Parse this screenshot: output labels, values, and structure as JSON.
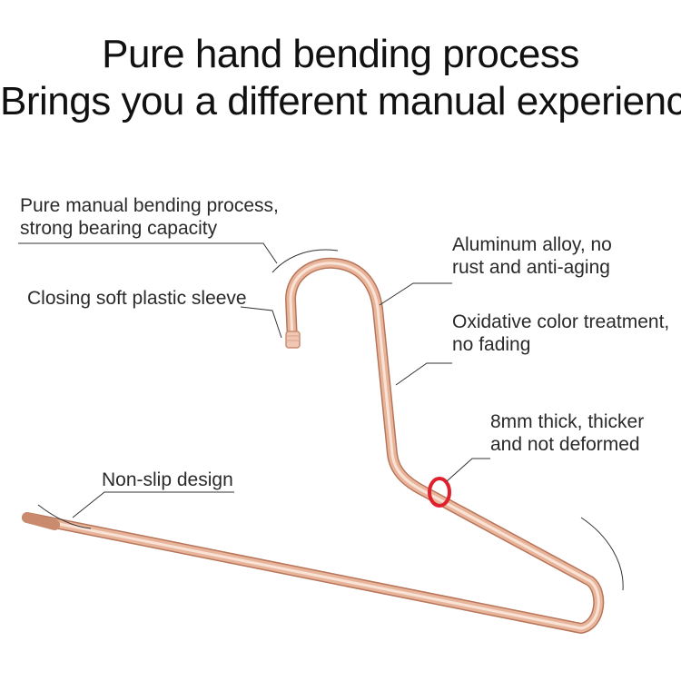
{
  "headline": {
    "line1": "Pure hand bending process",
    "line2": "Brings you a different manual experience"
  },
  "callouts": {
    "bending": {
      "line1": "Pure manual bending process,",
      "line2": "strong bearing capacity"
    },
    "sleeve": {
      "line1": "Closing soft plastic sleeve"
    },
    "aluminum": {
      "line1": "Aluminum alloy, no",
      "line2": "rust and anti-aging"
    },
    "oxidative": {
      "line1": "Oxidative color treatment,",
      "line2": "no fading"
    },
    "thickness": {
      "line1": "8mm thick, thicker",
      "line2": "and not deformed"
    },
    "nonslip": {
      "line1": "Non-slip design"
    }
  },
  "colors": {
    "hanger_light": "#f6d2bf",
    "hanger_mid": "#e3a98c",
    "hanger_dark": "#b8755a",
    "highlight_ring": "#e0202c",
    "leader_line": "#333333"
  },
  "icons": {
    "product": "rose-gold-trouser-hanger"
  }
}
